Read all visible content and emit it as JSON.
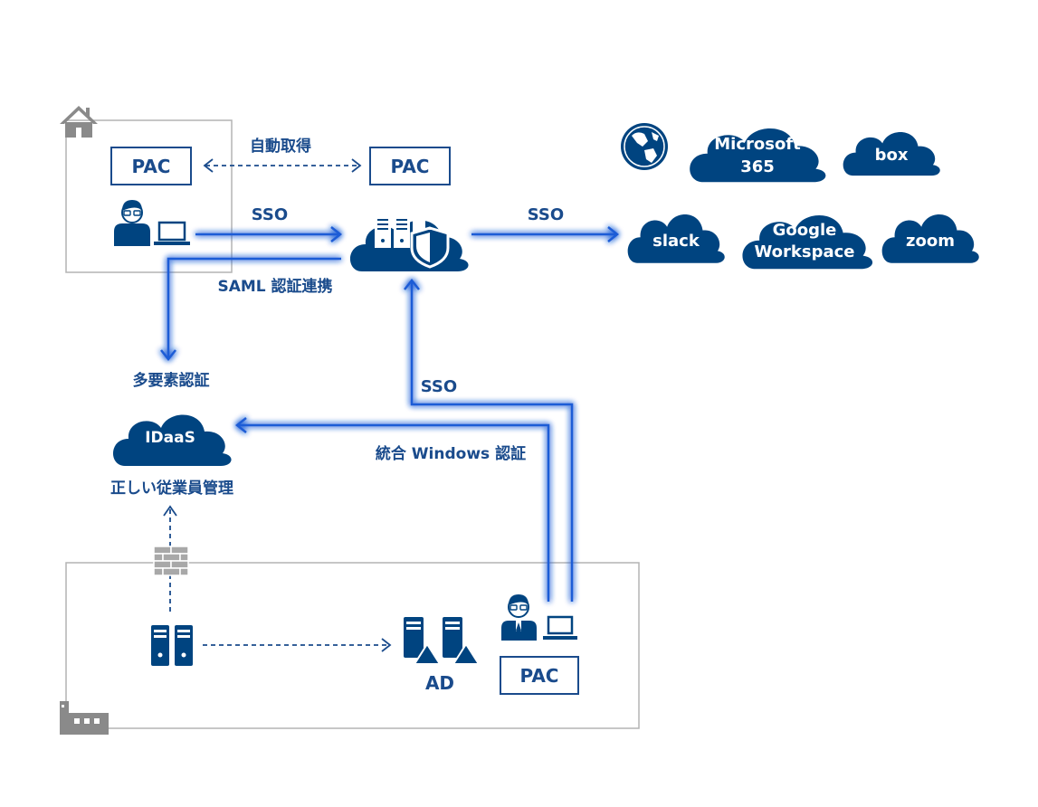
{
  "colors": {
    "navy": "#004480",
    "label": "#1a4b8c",
    "frame": "#b4b4b4",
    "glow": "#9ec0ff",
    "icon_gray": "#8a8a8a"
  },
  "home": {
    "pac": "PAC",
    "icon": "house-icon"
  },
  "cloud_pac": "PAC",
  "edges": {
    "auto_fetch": "自動取得",
    "sso_user_to_cloud": "SSO",
    "sso_cloud_to_apps": "SSO",
    "saml": "SAML 認証連携",
    "sso_office_up": "SSO",
    "windows_auth": "統合 Windows 認証"
  },
  "idaas": {
    "top_label": "多要素認証",
    "name": "IDaaS",
    "bottom_label": "正しい従業員管理"
  },
  "apps": {
    "icon": "globe-icon",
    "microsoft_l1": "Microsoft",
    "microsoft_l2": "365",
    "box": "box",
    "slack": "slack",
    "google_l1": "Google",
    "google_l2": "Workspace",
    "zoom": "zoom"
  },
  "office": {
    "ad": "AD",
    "pac": "PAC",
    "icon": "office-building-icon"
  }
}
